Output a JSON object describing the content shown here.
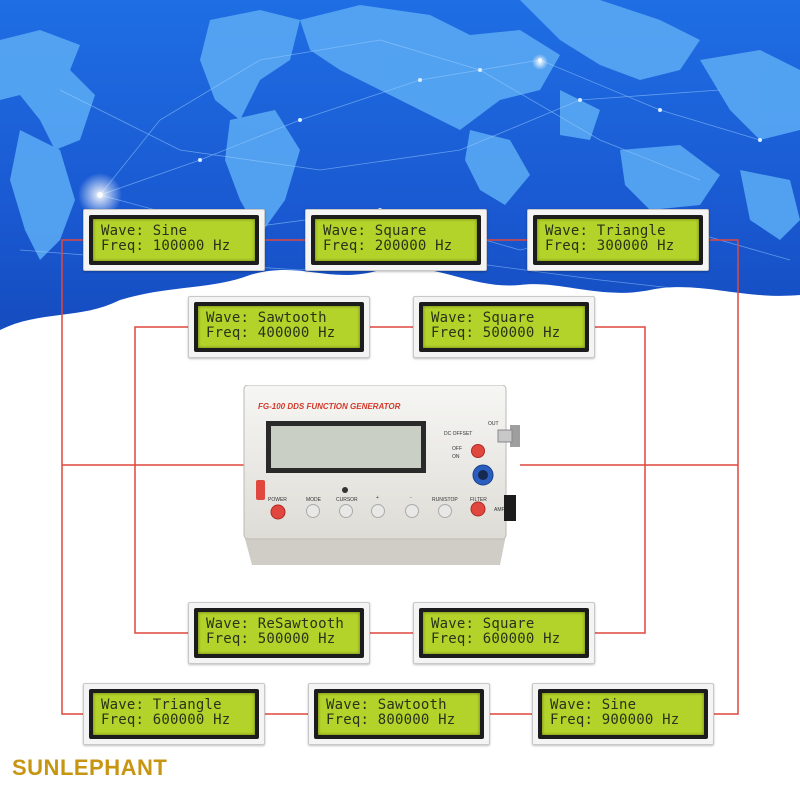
{
  "brand": "SUNLEPHANT",
  "device": {
    "title": "FG-100 DDS FUNCTION GENERATOR",
    "dc_offset_label": "DC OFFSET",
    "off_label": "OFF",
    "on_label": "ON",
    "buttons": {
      "power": "POWER",
      "mode": "MODE",
      "cursor": "CURSOR",
      "plus": "+",
      "minus": "-",
      "run_stop": "RUN/STOP",
      "filter": "FILTER"
    },
    "out_label": "OUT",
    "amp_label": "AMP"
  },
  "displays": [
    {
      "wave": "Wave: Sine",
      "freq": "Freq: 100000 Hz"
    },
    {
      "wave": "Wave: Square",
      "freq": "Freq: 200000 Hz"
    },
    {
      "wave": "Wave: Triangle",
      "freq": "Freq: 300000 Hz"
    },
    {
      "wave": "Wave: Sawtooth",
      "freq": "Freq: 400000 Hz"
    },
    {
      "wave": "Wave: Square",
      "freq": "Freq: 500000 Hz"
    },
    {
      "wave": "Wave: ReSawtooth",
      "freq": "Freq: 500000 Hz"
    },
    {
      "wave": "Wave: Square",
      "freq": "Freq: 600000 Hz"
    },
    {
      "wave": "Wave: Triangle",
      "freq": "Freq: 600000 Hz"
    },
    {
      "wave": "Wave: Sawtooth",
      "freq": "Freq: 800000 Hz"
    },
    {
      "wave": "Wave: Sine",
      "freq": "Freq: 900000 Hz"
    }
  ],
  "colors": {
    "sky": "#1a5fd8",
    "map_land": "#5aa9f5",
    "lcd_green": "#b4d32a",
    "wire_red": "#e0473f",
    "brand_gold": "#c79512",
    "device_title_red": "#d23a2a"
  }
}
